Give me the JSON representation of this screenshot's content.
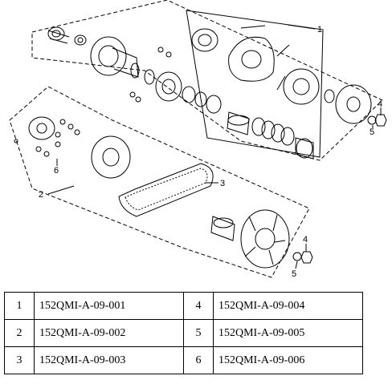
{
  "callouts": [
    {
      "id": "c1",
      "label": "1"
    },
    {
      "id": "c2",
      "label": "2"
    },
    {
      "id": "c3",
      "label": "3"
    },
    {
      "id": "c4a",
      "label": "4"
    },
    {
      "id": "c5a",
      "label": "5"
    },
    {
      "id": "c6",
      "label": "6"
    },
    {
      "id": "c4b",
      "label": "4"
    },
    {
      "id": "c5b",
      "label": "5"
    }
  ],
  "parts_table": {
    "rows": [
      [
        {
          "num": "1",
          "code": "152QMI-A-09-001"
        },
        {
          "num": "4",
          "code": "152QMI-A-09-004"
        }
      ],
      [
        {
          "num": "2",
          "code": "152QMI-A-09-002"
        },
        {
          "num": "5",
          "code": "152QMI-A-09-005"
        }
      ],
      [
        {
          "num": "3",
          "code": "152QMI-A-09-003"
        },
        {
          "num": "6",
          "code": "152QMI-A-09-006"
        }
      ]
    ]
  }
}
